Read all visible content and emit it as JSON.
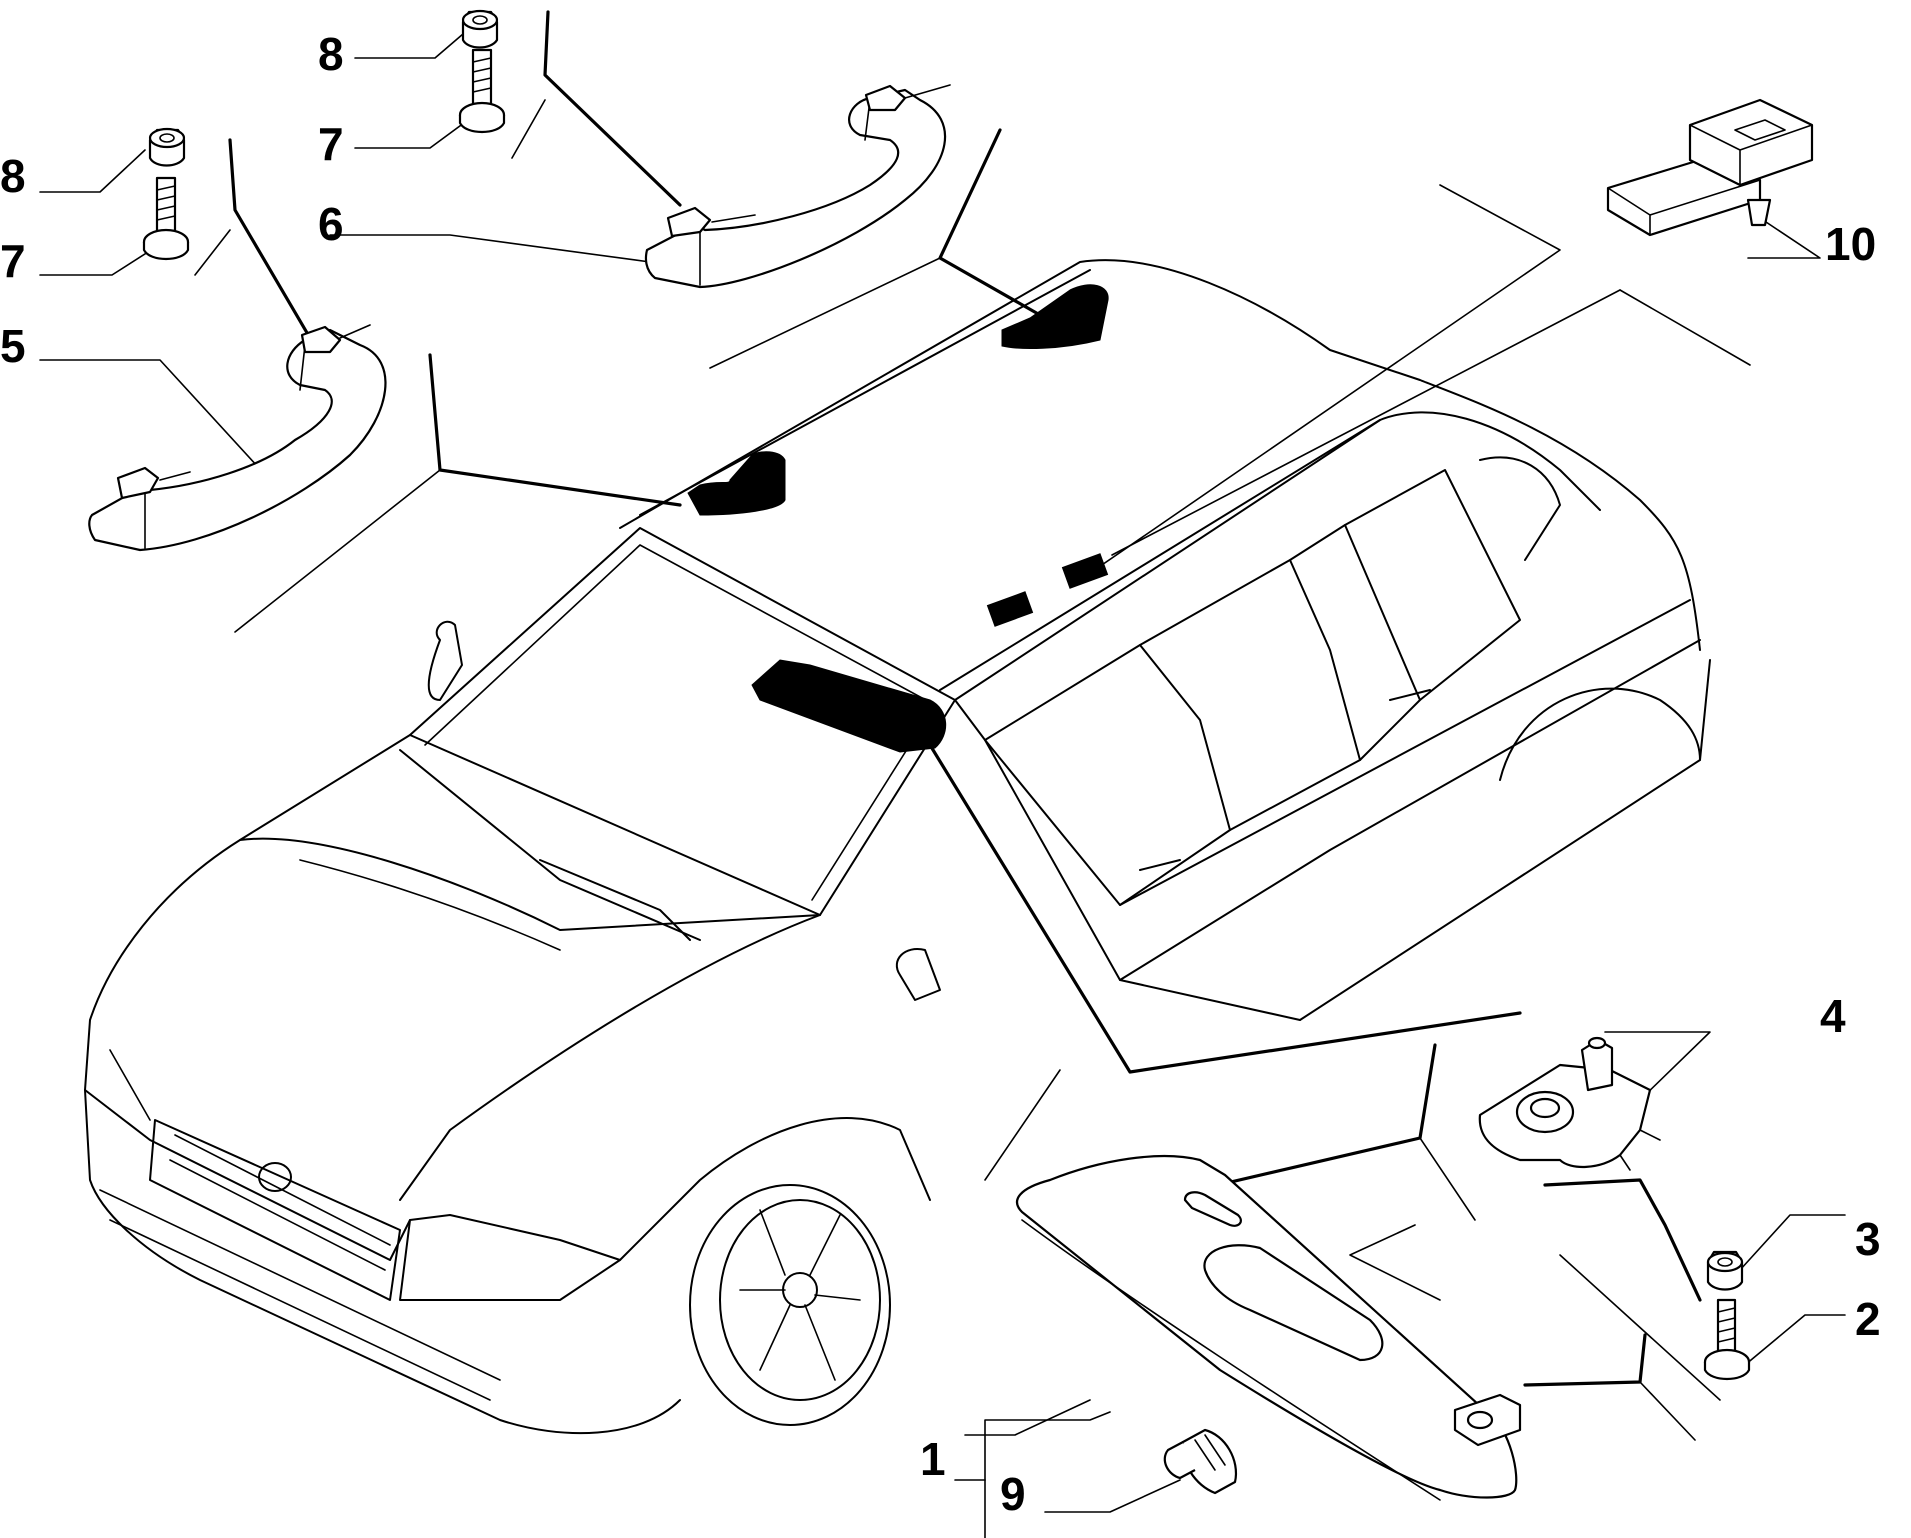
{
  "callouts": {
    "c1": "1",
    "c2": "2",
    "c3": "3",
    "c4": "4",
    "c5": "5",
    "c6": "6",
    "c7a": "7",
    "c7b": "7",
    "c8a": "8",
    "c8b": "8",
    "c9": "9",
    "c10": "10"
  },
  "icons": [
    "grab-handle",
    "bolt",
    "nut",
    "sun-visor",
    "visor-hinge-bracket",
    "visor-clip",
    "bulb",
    "roof-clip",
    "car-body"
  ]
}
